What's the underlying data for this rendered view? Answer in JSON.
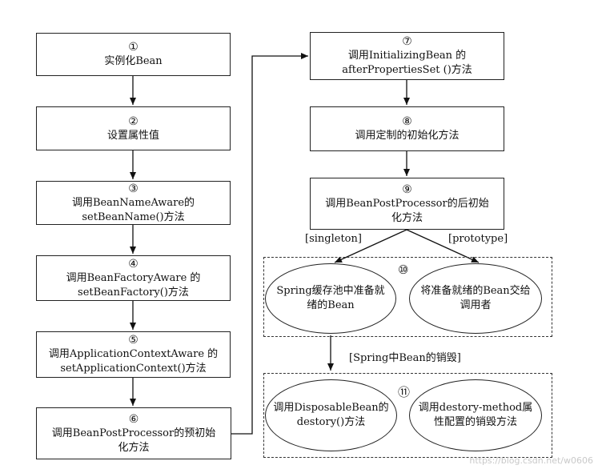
{
  "steps": [
    {
      "num": "①",
      "text": "实例化Bean"
    },
    {
      "num": "②",
      "text": "设置属性值"
    },
    {
      "num": "③",
      "text": "调用BeanNameAware的\nsetBeanName()方法"
    },
    {
      "num": "④",
      "text": "调用BeanFactoryAware 的\nsetBeanFactory()方法"
    },
    {
      "num": "⑤",
      "text": "调用ApplicationContextAware 的\nsetApplicationContext()方法"
    },
    {
      "num": "⑥",
      "text": "调用BeanPostProcessor的预初始\n化方法"
    },
    {
      "num": "⑦",
      "text": "调用InitializingBean 的\nafterPropertiesSet ()方法"
    },
    {
      "num": "⑧",
      "text": "调用定制的初始化方法"
    },
    {
      "num": "⑨",
      "text": "调用BeanPostProcessor的后初始\n化方法"
    }
  ],
  "branch_labels": {
    "singleton": "[singleton]",
    "prototype": "[prototype]"
  },
  "group10": {
    "num": "⑩",
    "left": "Spring缓存池中准备就\n绪的Bean",
    "right": "将准备就绪的Bean交给\n调用者"
  },
  "destroy_label": "[Spring中Bean的销毁]",
  "group11": {
    "num": "⑪",
    "left": "调用DisposableBean的\ndestory()方法",
    "right": "调用destory-method属\n性配置的销毁方法"
  },
  "watermark": "https://blog.csdn.net/w0606"
}
